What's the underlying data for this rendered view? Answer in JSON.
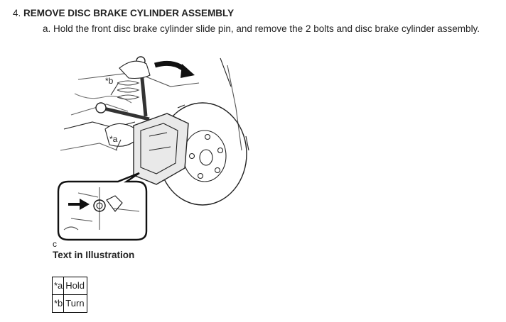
{
  "step": {
    "number": "4.",
    "title": "REMOVE DISC BRAKE CYLINDER ASSEMBLY"
  },
  "substep": {
    "text": "a. Hold the front disc brake cylinder slide pin, and remove the 2 bolts and disc brake cylinder assembly."
  },
  "illustration": {
    "callout_a": "*a",
    "callout_b": "*b",
    "callout_c": "c"
  },
  "illustration_text": {
    "title": "Text in Illustration",
    "rows": [
      {
        "code": "*a",
        "desc": "Hold"
      },
      {
        "code": "*b",
        "desc": "Turn"
      }
    ]
  }
}
